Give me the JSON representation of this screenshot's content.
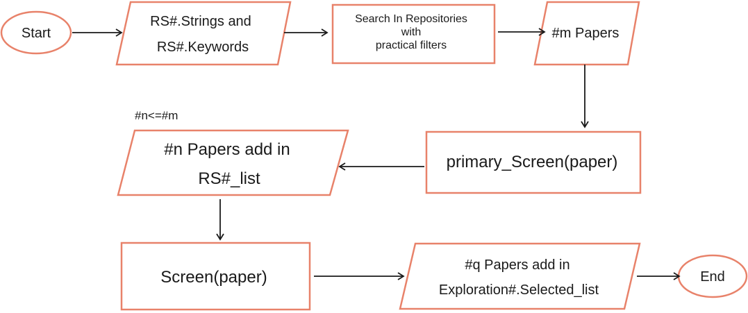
{
  "colors": {
    "stroke": "#E8826A",
    "text": "#1a1a1a",
    "line": "#1a1a1a"
  },
  "nodes": {
    "start": {
      "label": "Start"
    },
    "strings": {
      "line1": "RS#.Strings and",
      "line2": "RS#.Keywords"
    },
    "search": {
      "line1": "Search In Repositories",
      "line2": "with",
      "line3": "practical filters"
    },
    "m_papers": {
      "label": "#m Papers"
    },
    "primary": {
      "label": "primary_Screen(paper)"
    },
    "n_papers": {
      "line1": "#n Papers add in",
      "line2": "RS#_list"
    },
    "screen": {
      "label": "Screen(paper)"
    },
    "q_papers": {
      "line1": "#q Papers add in",
      "line2": "Exploration#.Selected_list"
    },
    "end": {
      "label": "End"
    }
  },
  "annotations": {
    "condition": "#n<=#m"
  }
}
